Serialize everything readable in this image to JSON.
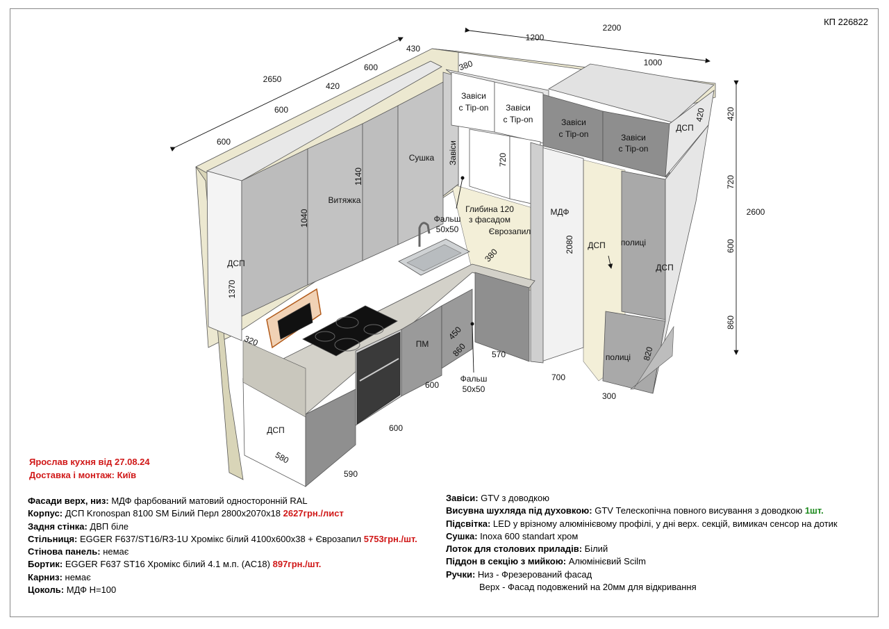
{
  "code": "КП 226822",
  "labels": {
    "dsp": "ДСП",
    "mdf": "МДФ",
    "pm": "ПМ",
    "police": "полиці",
    "vytyazhka": "Витяжка",
    "sushka": "Сушка",
    "zavisy": "Завіси",
    "zavisy_tipon_1": "Завіси",
    "zavisy_tipon_2": "с Tip-on",
    "falsh": "Фальш",
    "falsh_size": "50x50",
    "glybyna_1": "Глибина 120",
    "glybyna_2": "з фасадом",
    "evrozapyl": "Єврозапил"
  },
  "dims": {
    "d2650": "2650",
    "d430": "430",
    "d600a": "600",
    "d420a": "420",
    "d600b": "600",
    "d600c": "600",
    "d2200": "2200",
    "d1200": "1200",
    "d1000": "1000",
    "d380a": "380",
    "d380b": "380",
    "d1140": "1140",
    "d1040": "1040",
    "d720a": "720",
    "d1370": "1370",
    "d320": "320",
    "d2080": "2080",
    "d450": "450",
    "d860a": "860",
    "d570": "570",
    "d700": "700",
    "d600d": "600",
    "d600e": "600",
    "d580": "580",
    "d590": "590",
    "d300": "300",
    "d820": "820",
    "d420b": "420",
    "v420": "420",
    "v720": "720",
    "v600": "600",
    "v860": "860",
    "v2600": "2600"
  },
  "note": {
    "line1": "Ярослав кухня від 27.08.24",
    "line2": "Доставка і монтаж: Київ"
  },
  "specs_left": [
    {
      "key": "Фасади верх, низ:",
      "val": " МДФ фарбований матовий односторонній RAL",
      "price": ""
    },
    {
      "key": "Корпус:",
      "val": " ДСП Kronospan 8100 SM Білий Перл 2800x2070x18 ",
      "price": "2627грн./лист"
    },
    {
      "key": "Задня стінка:",
      "val": " ДВП біле",
      "price": ""
    },
    {
      "key": "Стільниця:",
      "val": " EGGER F637/ST16/R3-1U Хромікс білий 4100x600x38 + Єврозапил ",
      "price": "5753грн./шт."
    },
    {
      "key": "Стінова панель:",
      "val": " немає",
      "price": ""
    },
    {
      "key": "Бортик:",
      "val": " EGGER F637 ST16 Хромікс білий 4.1 м.п. (AC18) ",
      "price": "897грн./шт."
    },
    {
      "key": "Карниз:",
      "val": " немає",
      "price": ""
    },
    {
      "key": "Цоколь:",
      "val": " МДФ H=100",
      "price": ""
    }
  ],
  "specs_right": [
    {
      "key": "Завіси:",
      "val": " GTV з доводкою",
      "extra": ""
    },
    {
      "key": "Висувна шухляда під духовкою:",
      "val": " GTV Телескопічна повного висування з доводкою ",
      "extra": "1шт."
    },
    {
      "key": "Підсвітка:",
      "val": " LED у врізному алюмінієвому профілі, у дні верх. секцій, вимикач сенсор на дотик",
      "extra": ""
    },
    {
      "key": "Сушка:",
      "val": " Inoxa 600 standart хром",
      "extra": ""
    },
    {
      "key": "Лоток для столових приладів:",
      "val": " Білий",
      "extra": ""
    },
    {
      "key": "Піддон в секцію з мийкою:",
      "val": " Алюмінієвий Scilm",
      "extra": ""
    },
    {
      "key": "Ручки:",
      "val": " Низ - Фрезерований фасад",
      "extra": ""
    }
  ],
  "specs_right_last": "Верх - Фасад подовжений на 20мм для відкривання",
  "colors": {
    "facade_grey": "#b9b9b9",
    "facade_dark": "#8e8e8e",
    "wall_beige": "#ece8d0",
    "countertop": "#d3d1c9",
    "accent_red": "#d01818",
    "accent_green": "#1e8a1e"
  }
}
